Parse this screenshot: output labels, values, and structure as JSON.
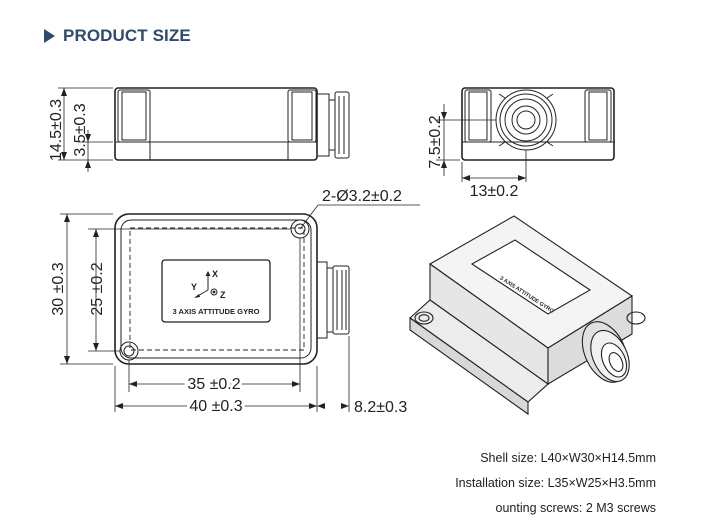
{
  "header": {
    "title": "PRODUCT SIZE",
    "marker_icon": "triangle-right-icon",
    "color": "#2f4a6b"
  },
  "dimensions": {
    "side_height_total": "14.5±0.3",
    "side_base_height": "3.5±0.3",
    "end_connector_height": "7.5±0.2",
    "end_connector_width": "13±0.2",
    "mount_holes": "2-Ø3.2±0.2",
    "body_width": "30 ±0.3",
    "hole_spacing_width": "25 ±0.2",
    "hole_spacing_length": "35 ±0.2",
    "body_length": "40 ±0.3",
    "connector_length": "8.2±0.3"
  },
  "label_plate": {
    "axis_x": "X",
    "axis_y": "Y",
    "axis_z": "Z",
    "product_name": "3 AXIS ATTITUDE GYRO"
  },
  "specs": [
    "Shell size: L40×W30×H14.5mm",
    "Installation size: L35×W25×H3.5mm",
    "ounting screws: 2 M3 screws"
  ]
}
